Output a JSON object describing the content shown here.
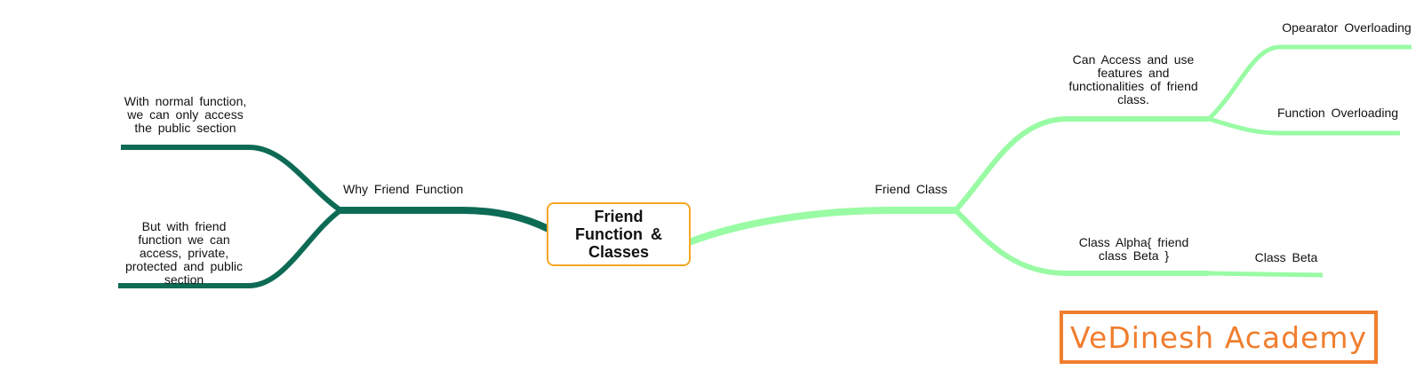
{
  "central_topic": "Friend Function & Classes",
  "left_branch": {
    "label": "Why Friend Function",
    "color": "#0d6b55",
    "children": [
      {
        "label": "With normal function, we can only access the public section"
      },
      {
        "label": "But with friend function we can access, private, protected and public section"
      }
    ]
  },
  "right_branch": {
    "label": "Friend Class",
    "color": "#99fba4",
    "children": [
      {
        "label": "Can Access and use features and functionalities of friend class.",
        "children": [
          {
            "label": "Opearator Overloading"
          },
          {
            "label": "Function Overloading"
          }
        ]
      },
      {
        "label": "Class Alpha{ friend class Beta }",
        "children": [
          {
            "label": "Class Beta"
          }
        ]
      }
    ]
  },
  "watermark": {
    "text": "VeDinesh Academy",
    "color": "#f07e2e"
  }
}
